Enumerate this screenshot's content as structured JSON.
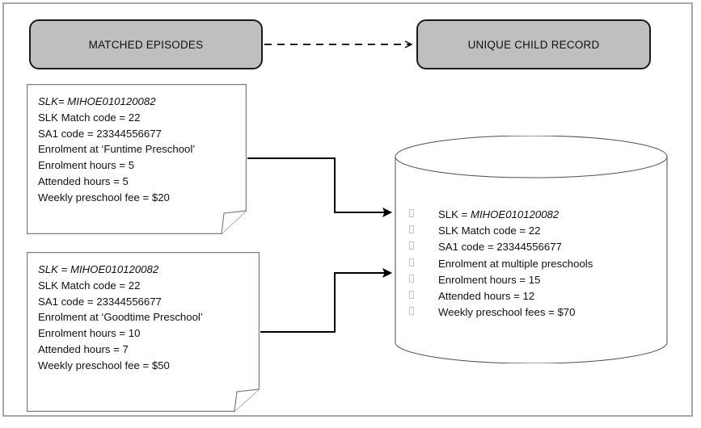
{
  "diagram": {
    "title_boxes": {
      "left": "MATCHED EPISODES",
      "right": "UNIQUE CHILD RECORD"
    },
    "colors": {
      "box_fill": "#bfbfbf",
      "box_border": "#1a1a1a",
      "frame_border": "#a6a6a6",
      "shape_outline": "#595959",
      "connector": "#000000",
      "bullet": "#c3c3c3"
    },
    "notes": [
      {
        "name": "funtime-preschool-episode",
        "lines": [
          {
            "text": "SLK= MIHOE010120082",
            "italic": true
          },
          {
            "text": "SLK Match code = 22",
            "italic": false
          },
          {
            "text": "SA1 code = 23344556677",
            "italic": false
          },
          {
            "text": "Enrolment at ‘Funtime Preschool’",
            "italic": false
          },
          {
            "text": "Enrolment hours = 5",
            "italic": false
          },
          {
            "text": "Attended hours = 5",
            "italic": false
          },
          {
            "text": "Weekly preschool fee = $20",
            "italic": false
          }
        ]
      },
      {
        "name": "goodtime-preschool-episode",
        "lines": [
          {
            "text": "SLK = MIHOE010120082",
            "italic": true
          },
          {
            "text": "SLK Match code = 22",
            "italic": false
          },
          {
            "text": "SA1 code = 23344556677",
            "italic": false
          },
          {
            "text": "Enrolment at ‘Goodtime Preschool’",
            "italic": false
          },
          {
            "text": "Enrolment hours = 10",
            "italic": false
          },
          {
            "text": "Attended hours = 7",
            "italic": false
          },
          {
            "text": "Weekly preschool fee = $50",
            "italic": false
          }
        ]
      }
    ],
    "cylinder": {
      "name": "unique-child-record-store",
      "items": [
        {
          "prefix": "SLK = ",
          "value": "MIHOE010120082",
          "value_italic": true
        },
        {
          "prefix": "SLK Match code = 22",
          "value": "",
          "value_italic": false
        },
        {
          "prefix": "SA1 code = 23344556677",
          "value": "",
          "value_italic": false
        },
        {
          "prefix": "Enrolment at multiple preschools",
          "value": "",
          "value_italic": false
        },
        {
          "prefix": "Enrolment hours = 15",
          "value": "",
          "value_italic": false
        },
        {
          "prefix": "Attended hours = 12",
          "value": "",
          "value_italic": false
        },
        {
          "prefix": "Weekly preschool fees = $70",
          "value": "",
          "value_italic": false
        }
      ]
    },
    "connectors": [
      {
        "name": "matched-episodes-to-unique-child-record",
        "style": "dashed"
      },
      {
        "name": "funtime-episode-to-store",
        "style": "solid"
      },
      {
        "name": "goodtime-episode-to-store",
        "style": "solid"
      }
    ]
  }
}
